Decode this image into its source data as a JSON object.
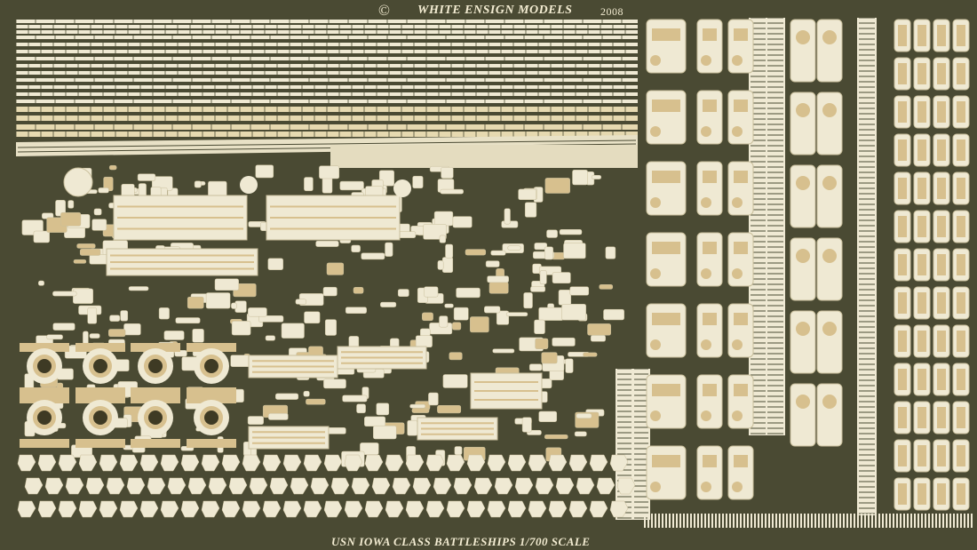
{
  "fret": {
    "maker": "WHITE ENSIGN MODELS",
    "copyright_symbol": "©",
    "year": "2008",
    "title": "USN IOWA CLASS BATTLESHIPS 1/700 SCALE"
  },
  "colors": {
    "background": "#4a4a33",
    "metal": "#efe9d3",
    "metal_shadow": "#c9bf9c",
    "brass": "#d7c08e",
    "dark_gap": "#4a4a33"
  }
}
